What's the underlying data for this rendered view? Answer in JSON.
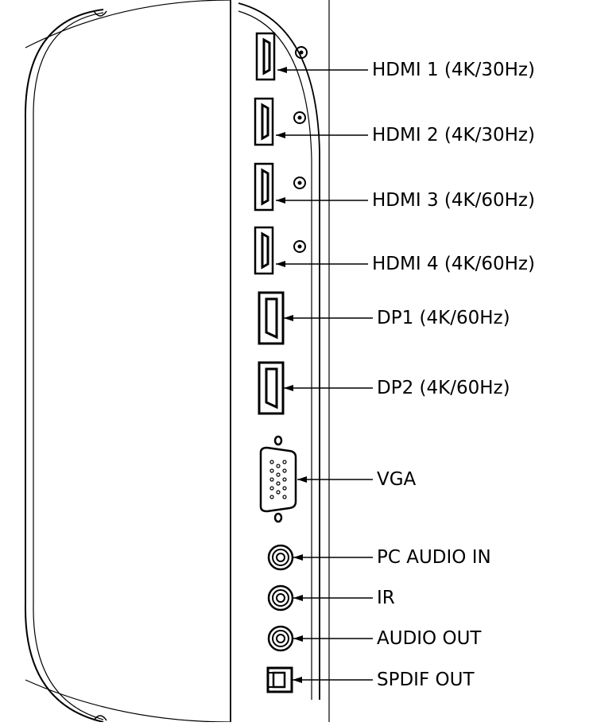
{
  "ports": [
    {
      "id": "hdmi1",
      "kind": "hdmi",
      "label": "HDMI 1 (4K/30Hz)"
    },
    {
      "id": "hdmi2",
      "kind": "hdmi",
      "label": "HDMI 2 (4K/30Hz)"
    },
    {
      "id": "hdmi3",
      "kind": "hdmi",
      "label": "HDMI 3 (4K/60Hz)"
    },
    {
      "id": "hdmi4",
      "kind": "hdmi",
      "label": "HDMI 4 (4K/60Hz)"
    },
    {
      "id": "dp1",
      "kind": "displayport",
      "label": "DP1 (4K/60Hz)"
    },
    {
      "id": "dp2",
      "kind": "displayport",
      "label": "DP2 (4K/60Hz)"
    },
    {
      "id": "vga",
      "kind": "vga",
      "label": "VGA"
    },
    {
      "id": "pc-audio-in",
      "kind": "audio-jack",
      "label": "PC AUDIO IN"
    },
    {
      "id": "ir",
      "kind": "audio-jack",
      "label": "IR"
    },
    {
      "id": "audio-out",
      "kind": "audio-jack",
      "label": "AUDIO OUT"
    },
    {
      "id": "spdif-out",
      "kind": "optical",
      "label": "SPDIF OUT"
    }
  ],
  "colors": {
    "line": "#000000",
    "background": "#ffffff"
  }
}
